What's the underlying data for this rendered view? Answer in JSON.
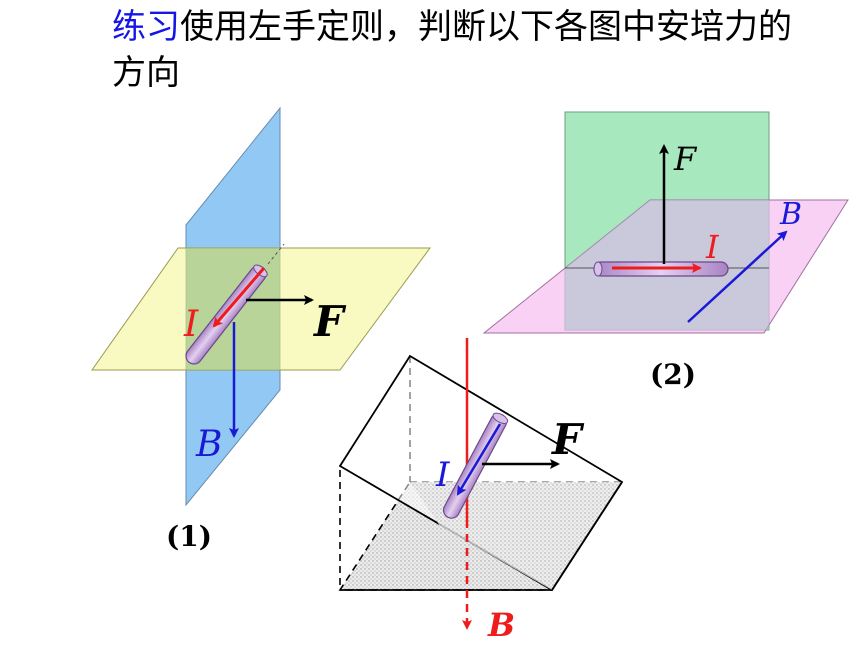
{
  "title": {
    "keyword": "练习",
    "text": "使用左手定则，判断以下各图中安培力的方向"
  },
  "figures": [
    {
      "id": "1",
      "caption": "(1)",
      "labels": {
        "current": "I",
        "force": "F",
        "field": "B"
      }
    },
    {
      "id": "2",
      "caption": "(2)",
      "labels": {
        "current": "I",
        "force": "F",
        "field": "B"
      }
    },
    {
      "id": "3",
      "labels": {
        "current": "I",
        "force": "F",
        "field": "B"
      }
    }
  ],
  "colors": {
    "keyword": "#1515e6",
    "yellow_plane": "#f5f59a",
    "blue_plane": "#7fbff2",
    "green_plane": "#9ee6b8",
    "pink_plane": "#f5b8f0",
    "conductor": "#c8a8dc",
    "current": "#ee1c1c",
    "field": "#1a1ad6",
    "force": "#000000"
  }
}
